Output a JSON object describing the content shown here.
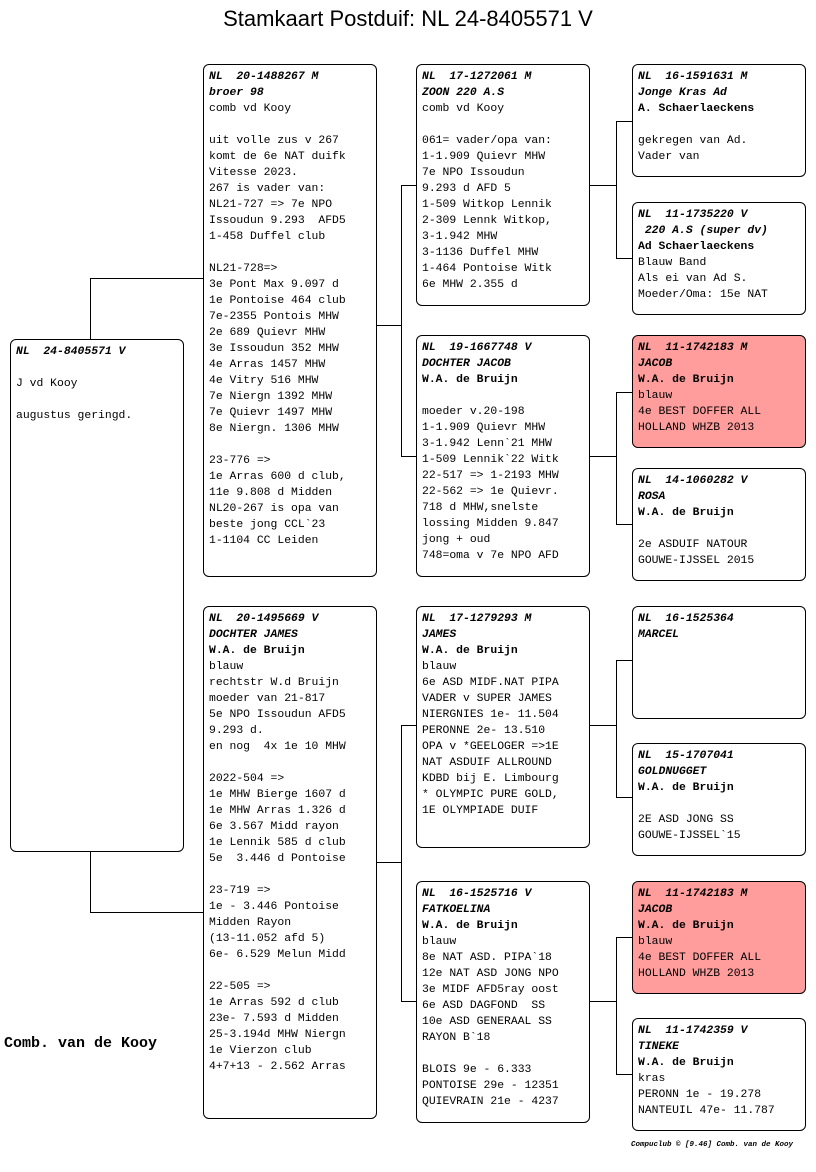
{
  "title": "Stamkaart Postduif: NL  24-8405571 V",
  "footer_left": "Comb. van de Kooy",
  "footer_right": "Compuclub © [9.46]  Comb. van de Kooy",
  "cards": {
    "root": {
      "ring": "NL  24-8405571 V",
      "owner": "J vd Kooy",
      "lines": [
        "augustus geringd."
      ]
    },
    "father": {
      "ring": "NL  20-1488267 M",
      "name": "broer 98",
      "owner": "comb vd Kooy",
      "lines": [
        "uit volle zus v 267",
        "komt de 6e NAT duifk",
        "Vitesse 2023.",
        "267 is vader van:",
        "NL21-727 => 7e NPO",
        "Issoudun 9.293  AFD5",
        "1-458 Duffel club",
        "",
        "NL21-728=>",
        "3e Pont Max 9.097 d",
        "1e Pontoise 464 club",
        "7e-2355 Pontois MHW",
        "2e 689 Quievr MHW",
        "3e Issoudun 352 MHW",
        "4e Arras 1457 MHW",
        "4e Vitry 516 MHW",
        "7e Niergn 1392 MHW",
        "7e Quievr 1497 MHW",
        "8e Niergn. 1306 MHW",
        "",
        "23-776 =>",
        "1e Arras 600 d club,",
        "11e 9.808 d Midden",
        "NL20-267 is opa van",
        "beste jong CCL`23",
        "1-1104 CC Leiden"
      ]
    },
    "mother": {
      "ring": "NL  20-1495669 V",
      "name": "DOCHTER JAMES",
      "owner": "W.A. de Bruijn",
      "lines": [
        "blauw",
        "rechtstr W.d Bruijn",
        "moeder van 21-817",
        "5e NPO Issoudun AFD5",
        "9.293 d.",
        "en nog  4x 1e 10 MHW",
        "",
        "2022-504 =>",
        "1e MHW Bierge 1607 d",
        "1e MHW Arras 1.326 d",
        "6e 3.567 Midd rayon",
        "1e Lennik 585 d club",
        "5e  3.446 d Pontoise",
        "",
        "23-719 =>",
        "1e - 3.446 Pontoise",
        "Midden Rayon",
        "(13-11.052 afd 5)",
        "6e- 6.529 Melun Midd",
        "",
        "22-505 =>",
        "1e Arras 592 d club",
        "23e- 7.593 d Midden",
        "25-3.194d MHW Niergn",
        "1e Vierzon club",
        "4+7+13 - 2.562 Arras"
      ]
    },
    "ff": {
      "ring": "NL  17-1272061 M",
      "name": "ZOON 220 A.S",
      "owner": "comb vd Kooy",
      "owner_plain": true,
      "lines": [
        "",
        "061= vader/opa van:",
        "1-1.909 Quievr MHW",
        "7e NPO Issoudun",
        "9.293 d AFD 5",
        "1-509 Witkop Lennik",
        "2-309 Lennk Witkop,",
        "3-1.942 MHW",
        "3-1136 Duffel MHW",
        "1-464 Pontoise Witk",
        "6e MHW 2.355 d"
      ]
    },
    "fm": {
      "ring": "NL  19-1667748 V",
      "name": "DOCHTER JACOB",
      "owner": "W.A. de Bruijn",
      "lines": [
        "",
        "moeder v.20-198",
        "1-1.909 Quievr MHW",
        "3-1.942 Lenn`21 MHW",
        "1-509 Lennik`22 Witk",
        "22-517 => 1-2193 MHW",
        "22-562 => 1e Quievr.",
        "718 d MHW,snelste",
        "lossing Midden 9.847",
        "jong + oud",
        "748=oma v 7e NPO AFD"
      ]
    },
    "mf": {
      "ring": "NL  17-1279293 M",
      "name": "JAMES",
      "owner": "W.A. de Bruijn",
      "lines": [
        "blauw",
        "6e ASD MIDF.NAT PIPA",
        "VADER v SUPER JAMES",
        "NIERGNIES 1e- 11.504",
        "PERONNE 2e- 13.510",
        "OPA v *GEELOGER =>1E",
        "NAT ASDUIF ALLROUND",
        "KDBD bij E. Limbourg",
        "* OLYMPIC PURE GOLD,",
        "1E OLYMPIADE DUIF"
      ]
    },
    "mm": {
      "ring": "NL  16-1525716 V",
      "name": "FATKOELINA",
      "owner": "W.A. de Bruijn",
      "lines": [
        "blauw",
        "8e NAT ASD. PIPA`18",
        "12e NAT ASD JONG NPO",
        "3e MIDF AFD5ray oost",
        "6e ASD DAGFOND  SS",
        "10e ASD GENERAAL SS",
        "RAYON B`18",
        "",
        "BLOIS 9e - 6.333",
        "PONTOISE 29e - 12351",
        "QUIEVRAIN 21e - 4237"
      ]
    },
    "fff": {
      "ring": "NL  16-1591631 M",
      "name": "Jonge Kras Ad",
      "owner": "A. Schaerlaeckens",
      "lines": [
        "",
        "gekregen van Ad.",
        "Vader van"
      ]
    },
    "ffm": {
      "ring": "NL  11-1735220 V",
      "name": " 220 A.S (super dv)",
      "owner": "Ad Schaerlaeckens",
      "lines": [
        "Blauw Band",
        "Als ei van Ad S.",
        "Moeder/Oma: 15e NAT"
      ]
    },
    "fmf": {
      "ring": "NL  11-1742183 M",
      "name": "JACOB",
      "owner": "W.A. de Bruijn",
      "lines": [
        "blauw",
        "4e BEST DOFFER ALL",
        "HOLLAND WHZB 2013"
      ]
    },
    "fmm": {
      "ring": "NL  14-1060282 V",
      "name": "ROSA",
      "owner": "W.A. de Bruijn",
      "lines": [
        "",
        "2e ASDUIF NATOUR",
        "GOUWE-IJSSEL 2015"
      ]
    },
    "mff": {
      "ring": "NL  16-1525364",
      "name": "MARCEL",
      "owner": "",
      "lines": []
    },
    "mfm": {
      "ring": "NL  15-1707041",
      "name": "GOLDNUGGET",
      "owner": "W.A. de Bruijn",
      "lines": [
        "",
        "2E ASD JONG SS",
        "GOUWE-IJSSEL`15"
      ]
    },
    "mmf": {
      "ring": "NL  11-1742183 M",
      "name": "JACOB",
      "owner": "W.A. de Bruijn",
      "lines": [
        "blauw",
        "4e BEST DOFFER ALL",
        "HOLLAND WHZB 2013"
      ]
    },
    "mmm": {
      "ring": "NL  11-1742359 V",
      "name": "TINEKE",
      "owner": "W.A. de Bruijn",
      "lines": [
        "kras",
        "PERONN 1e - 19.278",
        "NANTEUIL 47e- 11.787"
      ]
    }
  }
}
